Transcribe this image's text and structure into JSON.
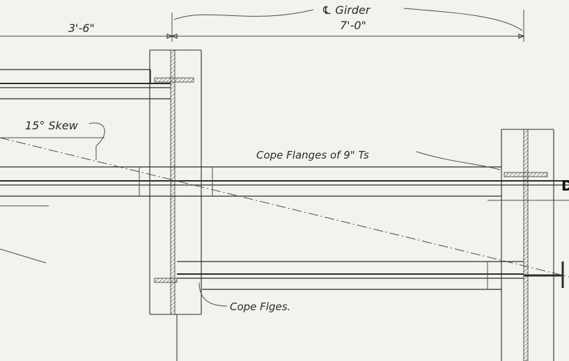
{
  "labels": {
    "girder_centerline": "℄ Girder",
    "dim_left": "3'-6\"",
    "dim_right": "7'-0\"",
    "skew": "15° Skew",
    "cope_flanges": "Cope Flanges of 9\" Ts",
    "cope_flges": "Cope Flges."
  },
  "colors": {
    "paper": "#f4f2ee",
    "ink": "#2b2b2b"
  }
}
